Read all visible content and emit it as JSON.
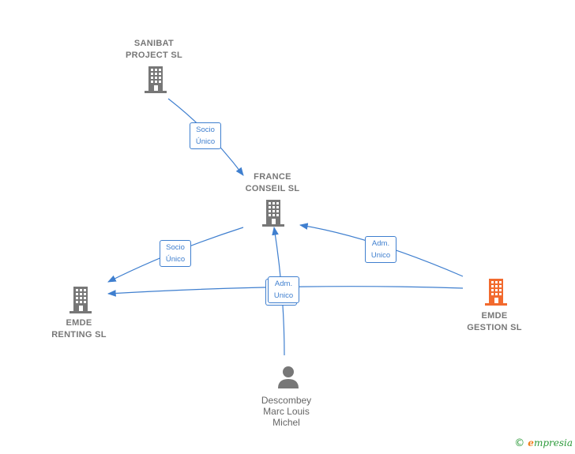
{
  "nodes": {
    "sanibat": {
      "label": "SANIBAT\nPROJECT  SL",
      "color": "#777777"
    },
    "france": {
      "label": "FRANCE\nCONSEIL  SL",
      "color": "#777777"
    },
    "renting": {
      "label": "EMDE\nRENTING  SL",
      "color": "#777777"
    },
    "gestion": {
      "label": "EMDE\nGESTION  SL",
      "color": "#f26a2e"
    },
    "person": {
      "label": "Descombey\nMarc Louis\nMichel",
      "color": "#777777"
    }
  },
  "edges": {
    "sanibat_france": "Socio\nÚnico",
    "france_renting": "Socio\nÚnico",
    "gestion_france": "Adm.\nUnico",
    "person_both": "Adm.\nUnico"
  },
  "edge_color": "#3f7fcf",
  "brand": {
    "symbol": "©",
    "initial": "e",
    "rest": "mpresia"
  }
}
